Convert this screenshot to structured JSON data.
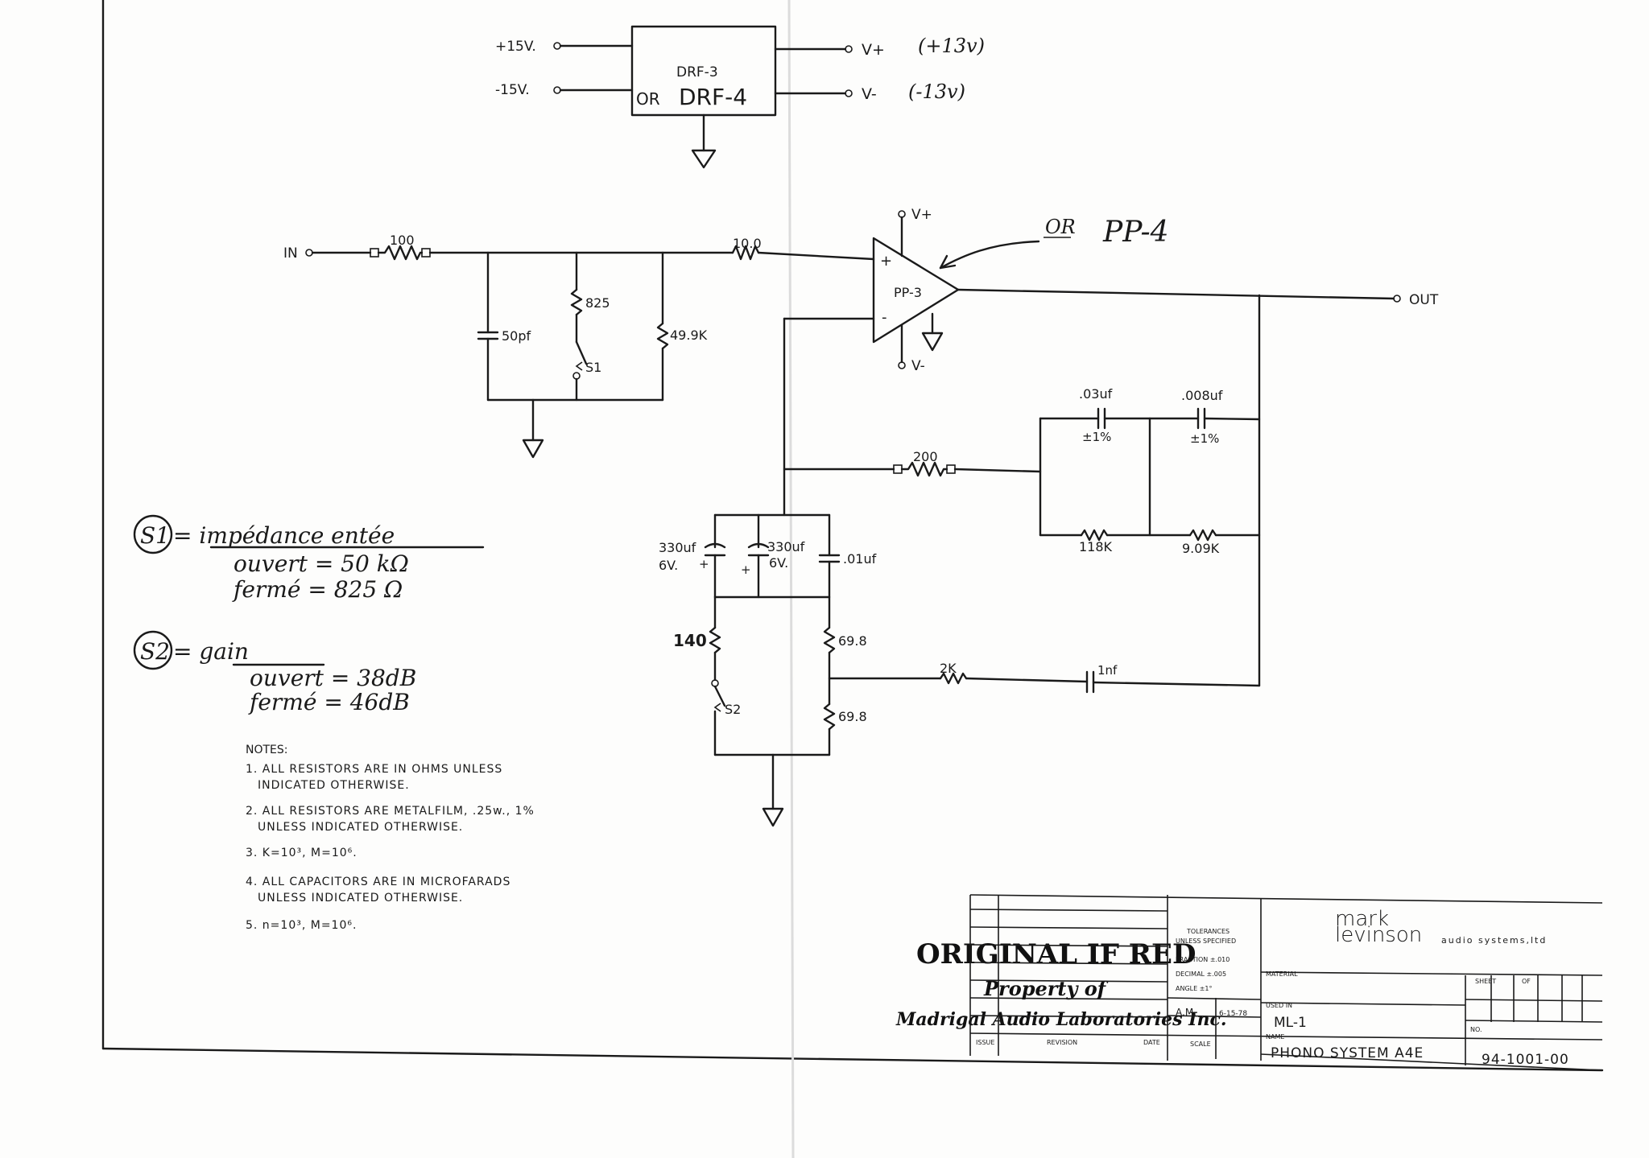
{
  "power": {
    "in_pos": "+15V.",
    "in_neg": "-15V.",
    "module_name_1": "DRF-3",
    "module_name_2_prefix": "OR",
    "module_name_2": "DRF-4",
    "out_pos": "V+",
    "out_neg": "V-",
    "out_pos_note": "(+13v)",
    "out_neg_note": "(-13v)"
  },
  "signal": {
    "in_label": "IN",
    "out_label": "OUT",
    "r_in": "100",
    "r_series": "10.0",
    "cap_in": "50pf",
    "r_825": "825",
    "r_499": "49.9K",
    "switch1": "S1",
    "opamp": "PP-3",
    "opamp_alt_prefix": "OR",
    "opamp_alt": "PP-4",
    "opamp_vplus": "V+",
    "opamp_vminus": "V-",
    "opamp_plus_sign": "+",
    "opamp_minus_sign": "-"
  },
  "feedback": {
    "cap_03": ".03uf",
    "cap_03_tol": "±1%",
    "cap_008": ".008uf",
    "cap_008_tol": "±1%",
    "r_200": "200",
    "r_118": "118K",
    "r_909": "9.09K",
    "cap_330a": "330uf",
    "cap_330a_v": "6V.",
    "cap_330b": "330uf",
    "cap_330b_v": "6V.",
    "cap_01": ".01uf",
    "r_140": "140",
    "r_698a": "69.8",
    "r_698b": "69.8",
    "switch2": "S2",
    "r_2k": "2K",
    "cap_1nf": "1nf"
  },
  "handnotes": {
    "s1_circle": "S1",
    "s1_title": "= impédance entée",
    "s1_open": "ouvert = 50 kΩ",
    "s1_closed": "fermé = 825 Ω",
    "s2_circle": "S2",
    "s2_title": "= gain",
    "s2_open": "ouvert = 38dB",
    "s2_closed": "fermé = 46dB"
  },
  "notes": {
    "heading": "NOTES:",
    "n1a": "1. ALL RESISTORS ARE IN OHMS UNLESS",
    "n1b": "INDICATED OTHERWISE.",
    "n2a": "2. ALL RESISTORS ARE METALFILM, .25w., 1%",
    "n2b": "UNLESS INDICATED OTHERWISE.",
    "n3": "3. K=10³, M=10⁶.",
    "n4a": "4. ALL CAPACITORS ARE IN MICROFARADS",
    "n4b": "UNLESS INDICATED OTHERWISE.",
    "n5": "5. n=10³, M=10⁶."
  },
  "stamp": {
    "line1": "ORIGINAL IF RED",
    "line2": "Property of",
    "line3": "Madrigal Audio Laboratories Inc."
  },
  "titleblock": {
    "tol1": "TOLERANCES",
    "tol2": "UNLESS SPECIFIED",
    "fraction": "FRACTION ±.010",
    "decimal": "DECIMAL ±.005",
    "angle": "ANGLE ±1°",
    "material": "MATERIAL",
    "used_in_label": "USED IN",
    "used_in": "ML-1",
    "drawn_by": "A.M.",
    "date": "6-15-78",
    "name_label": "NAME",
    "name": "PHONO SYSTEM A4E",
    "scale": "SCALE",
    "issue": "ISSUE",
    "revision": "REVISION",
    "date_label": "DATE",
    "sheet": "SHEET",
    "of": "OF",
    "no_label": "NO.",
    "part_no": "94-1001-00",
    "logo_1": "mark",
    "logo_2": "levinson",
    "logo_sub": "audio systems,ltd"
  }
}
